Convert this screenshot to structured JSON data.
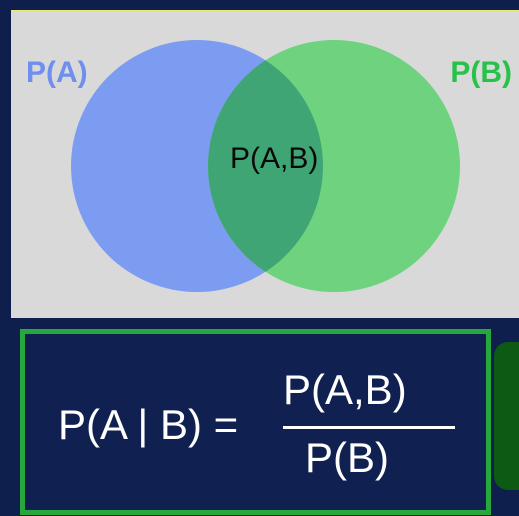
{
  "venn": {
    "set_a_label": "P(A)",
    "set_b_label": "P(B)",
    "intersection_label": "P(A,B)",
    "colors": {
      "set_a": "#6f8ff0",
      "set_b": "#28c24a",
      "overlap": "#3fa574",
      "panel": "#d9d9d9"
    }
  },
  "formula": {
    "lhs": "P(A | B) =",
    "numerator": "P(A,B)",
    "denominator": "P(B)"
  }
}
